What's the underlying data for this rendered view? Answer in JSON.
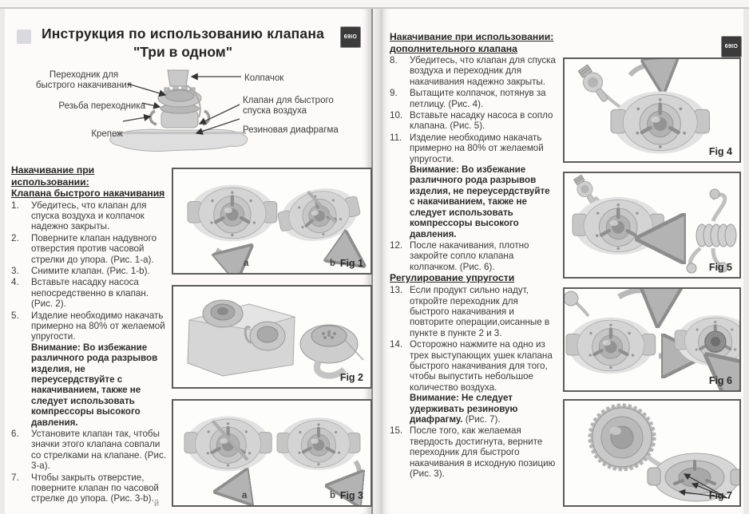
{
  "colors": {
    "badge_bg": "#3b3b3b",
    "page_bg": "#fcfbfa",
    "text": "#3a3a3a"
  },
  "page_left": {
    "badge": "69IO",
    "title_line1": "Инструкция по использованию клапана",
    "title_line2": "\"Три в одном\"",
    "diagram_labels": {
      "adapter": "Переходник для быстрого накачивания",
      "thread": "Резьба переходника",
      "fastener": "Крепеж",
      "cap": "Колпачок",
      "deflate_valve": "Клапан для быстрого спуска воздуха",
      "diaphragm": "Резиновая диафрагма"
    },
    "heading_line1": "Накачивание при",
    "heading_line2": "использовании:",
    "heading_line3": "Клапана быстрого накачивания",
    "items": [
      {
        "num": "1.",
        "text": "Убедитесь, что клапан для спуска воздуха и колпачок надежно закрыты."
      },
      {
        "num": "2.",
        "text": "Поверните клапан надувного отверстия против часовой стрелки до упора. (Рис. 1-a)."
      },
      {
        "num": "3.",
        "text": "Снимите клапан. (Рис. 1-b)."
      },
      {
        "num": "4.",
        "text": "Вставьте насадку насоса непосредственно в клапан. (Рис. 2)."
      },
      {
        "num": "5.",
        "text": "Изделие необходимо накачать примерно на 80% от желаемой упругости.",
        "bold": "Внимание: Во избежание различного рода разрывов изделия, не переусердствуйте с накачиванием, также не следует использовать компрессоры высокого давления."
      },
      {
        "num": "6.",
        "text": "Установите клапан так, чтобы значки этого клапана совпали со стрелками на клапане.  (Рис. 3-a)."
      },
      {
        "num": "7.",
        "text": "Чтобы закрыть отверстие, поверните клапан по часовой стрелке до упора. (Рис. 3-b)."
      }
    ],
    "figures": [
      {
        "caption": "Fig 1",
        "a": "a",
        "b": "b"
      },
      {
        "caption": "Fig 2"
      },
      {
        "caption": "Fig 3",
        "a": "a",
        "b": "b"
      }
    ],
    "artifact": "й"
  },
  "page_right": {
    "badge": "69IO",
    "heading_line1": "Накачивание при использовании:",
    "heading_line2": "дополнительного клапана",
    "items": [
      {
        "num": "8.",
        "text": "Убедитесь, что клапан для спуска воздуха и переходник для накачивания надежно закрыты."
      },
      {
        "num": "9.",
        "text": "Вытащите колпачок, потянув за петлицу. (Рис. 4)."
      },
      {
        "num": "10.",
        "text": "Вставьте насадку насоса в сопло клапана. (Рис. 5)."
      },
      {
        "num": "11.",
        "text": "Изделие необходимо накачать примерно на 80% от желаемой упругости.",
        "bold": "Внимание: Во избежание различного рода разрывов изделия, не переусердствуйте с накачиванием, также не следует использовать компрессоры высокого давления."
      },
      {
        "num": "12.",
        "text": "После накачивания, плотно закройте сопло клапана колпачком. (Рис. 6)."
      }
    ],
    "subheading": "Регулирование упругости",
    "items2": [
      {
        "num": "13.",
        "text": "Если продукт сильно надут, откройте переходник для быстрого накачивания и повторите операции,оисанные в пункте в пункте 2 и 3."
      },
      {
        "num": "14.",
        "text": "Осторожно нажмите на одно из трех выступающих ушек клапана быстрого накачивания для того, чтобы выпустить небольшое количество воздуха.",
        "bold": "Внимание: Не следует удерживать резиновую диафрагму.",
        "after_bold": " (Рис. 7)."
      },
      {
        "num": "15.",
        "text": "После того, как желаемая твердость достигнута, верните переходник для быстрого накачивания в исходную позицию (Рис. 3)."
      }
    ],
    "figures": [
      {
        "caption": "Fig 4"
      },
      {
        "caption": "Fig 5"
      },
      {
        "caption": "Fig 6"
      },
      {
        "caption": "Fig 7"
      }
    ]
  }
}
